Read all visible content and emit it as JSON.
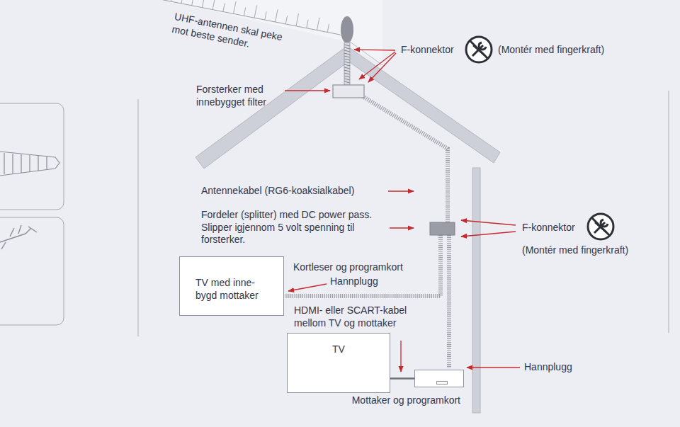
{
  "diagram": {
    "nodes": [
      {
        "text": [
          "TV med inne- bygd mottaker"
        ]
      },
      {
        "text": [
          "TV"
        ]
      },
      {
        "text": [
          "Mottaker og programkort"
        ]
      }
    ],
    "edges": [
      {
        "from": 1,
        "to": 2,
        "arrow": "none"
      }
    ],
    "labels": [
      "UHF-antennen skal peke mot beste sender.",
      "F-konnektor",
      "(Montér med fingerkraft)",
      "Forsterker med innebygget filter",
      "Antennekabel (RG6-koaksialkabel)",
      "Fordeler (splitter) med DC power pass. Slipper igjennom 5 volt spenning til forsterker.",
      "F-konnektor",
      "(Montér med fingerkraft)",
      "Kortleser og programkort",
      "Hannplugg",
      "HDMI- eller SCART-kabel mellom TV og mottaker",
      "Hannplugg"
    ]
  }
}
